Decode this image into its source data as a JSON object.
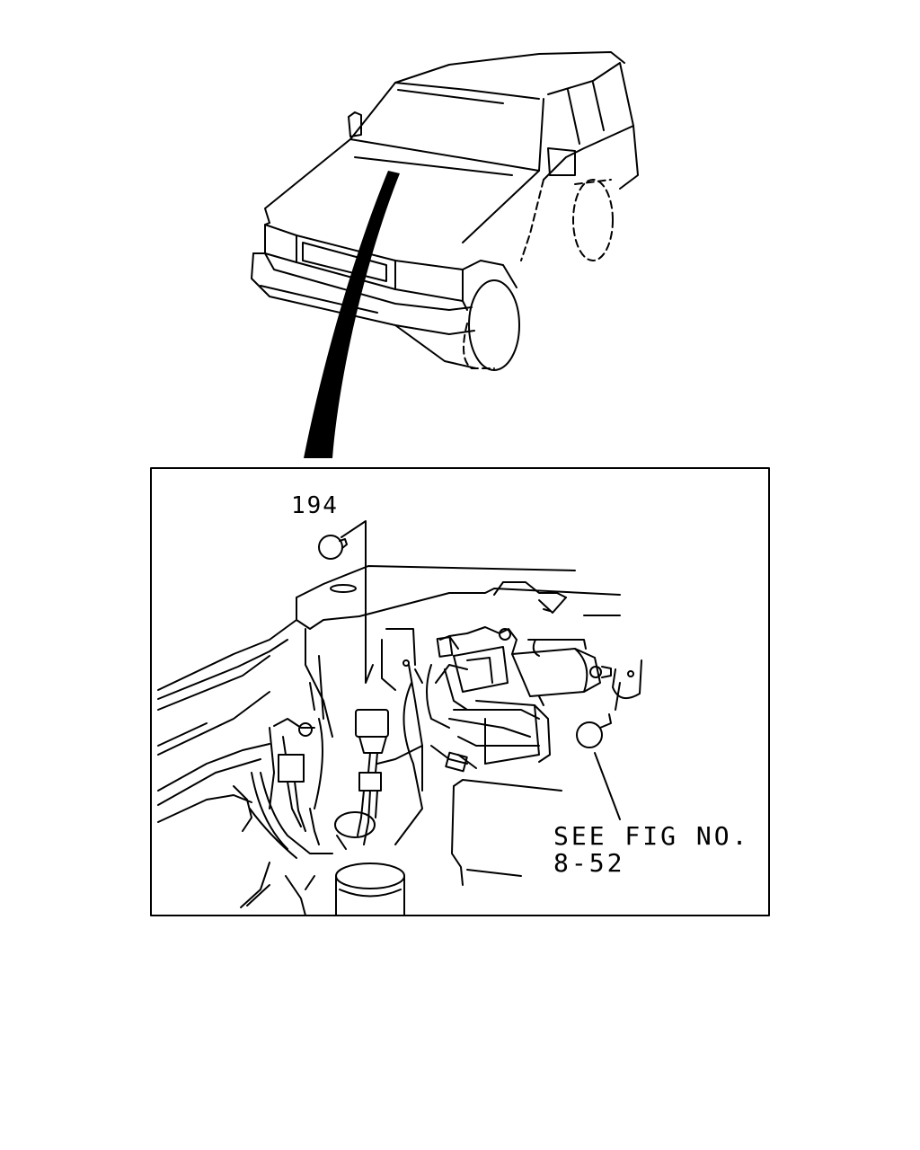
{
  "callouts": {
    "part_number": "194",
    "see_fig_line1": "SEE FIG NO.",
    "see_fig_line2": "8-52"
  }
}
